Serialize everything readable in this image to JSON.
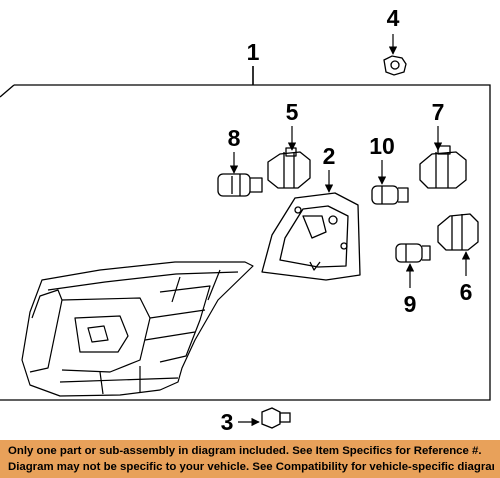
{
  "diagram": {
    "callouts": {
      "c1": "1",
      "c2": "2",
      "c3": "3",
      "c4": "4",
      "c5": "5",
      "c6": "6",
      "c7": "7",
      "c8": "8",
      "c9": "9",
      "c10": "10"
    }
  },
  "footer": {
    "background_color": "#e8a15a",
    "line1": "Only one part or sub-assembly in diagram included. See Item Specifics for Reference #.",
    "line2": "Diagram may not be specific to your vehicle. See Compatibility for vehicle-specific diagrams."
  }
}
